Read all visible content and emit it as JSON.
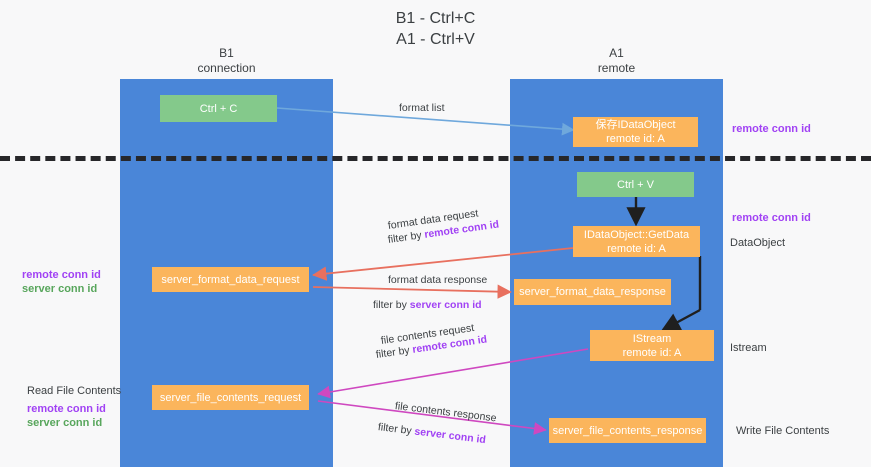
{
  "title": {
    "line1": "B1 - Ctrl+C",
    "line2": "A1 - Ctrl+V"
  },
  "columns": [
    {
      "name": "B1",
      "role": "connection"
    },
    {
      "name": "A1",
      "role": "remote"
    }
  ],
  "colors": {
    "lane": "#4a86d8",
    "green_box": "#84c98b",
    "orange_box": "#fbb55c",
    "purple_text": "#a142f4",
    "green_text": "#58a65c",
    "red_arrow": "#e8705f",
    "magenta_arrow": "#cf48c0",
    "blue_arrow": "#6fa8dc",
    "black_arrow": "#1f1f1f",
    "divider": "#27272a"
  },
  "boxes": {
    "ctrl_c": "Ctrl + C",
    "ctrl_v": "Ctrl + V",
    "dataobject_remote_title": "保存IDataObject",
    "dataobject_remote_sub": "remote id: A",
    "getdata_title": "IDataObject::GetData",
    "getdata_sub": "remote id: A",
    "istream_title": "IStream",
    "istream_sub": "remote id: A",
    "server_format_data_request": "server_format_data_request",
    "server_format_data_response": "server_format_data_response",
    "server_file_contents_request": "server_file_contents_request",
    "server_file_contents_response": "server_file_contents_response"
  },
  "arrow_labels": {
    "format_list": "format list",
    "format_data_request": "format data request",
    "format_data_request_filter_prefix": "filter by ",
    "format_data_request_filter_key": "remote conn id",
    "format_data_response": "format data response",
    "format_data_response_filter_prefix": "filter by ",
    "format_data_response_filter_key": "server conn id",
    "file_contents_request": "file contents request",
    "file_contents_request_filter_prefix": "filter by ",
    "file_contents_request_filter_key": "remote conn id",
    "file_contents_response": "file contents response",
    "file_contents_response_filter_prefix": "filter by ",
    "file_contents_response_filter_key": "server conn id"
  },
  "right_labels": {
    "remote_conn_id_top": "remote conn id",
    "remote_conn_id_mid": "remote conn id",
    "dataobject": "DataObject",
    "istream": "Istream",
    "write_file_contents": "Write File Contents"
  },
  "left_labels": {
    "mid_remote": "remote conn id",
    "mid_server": "server conn id",
    "read_file_contents": "Read File Contents",
    "low_remote": "remote conn id",
    "low_server": "server conn id"
  }
}
